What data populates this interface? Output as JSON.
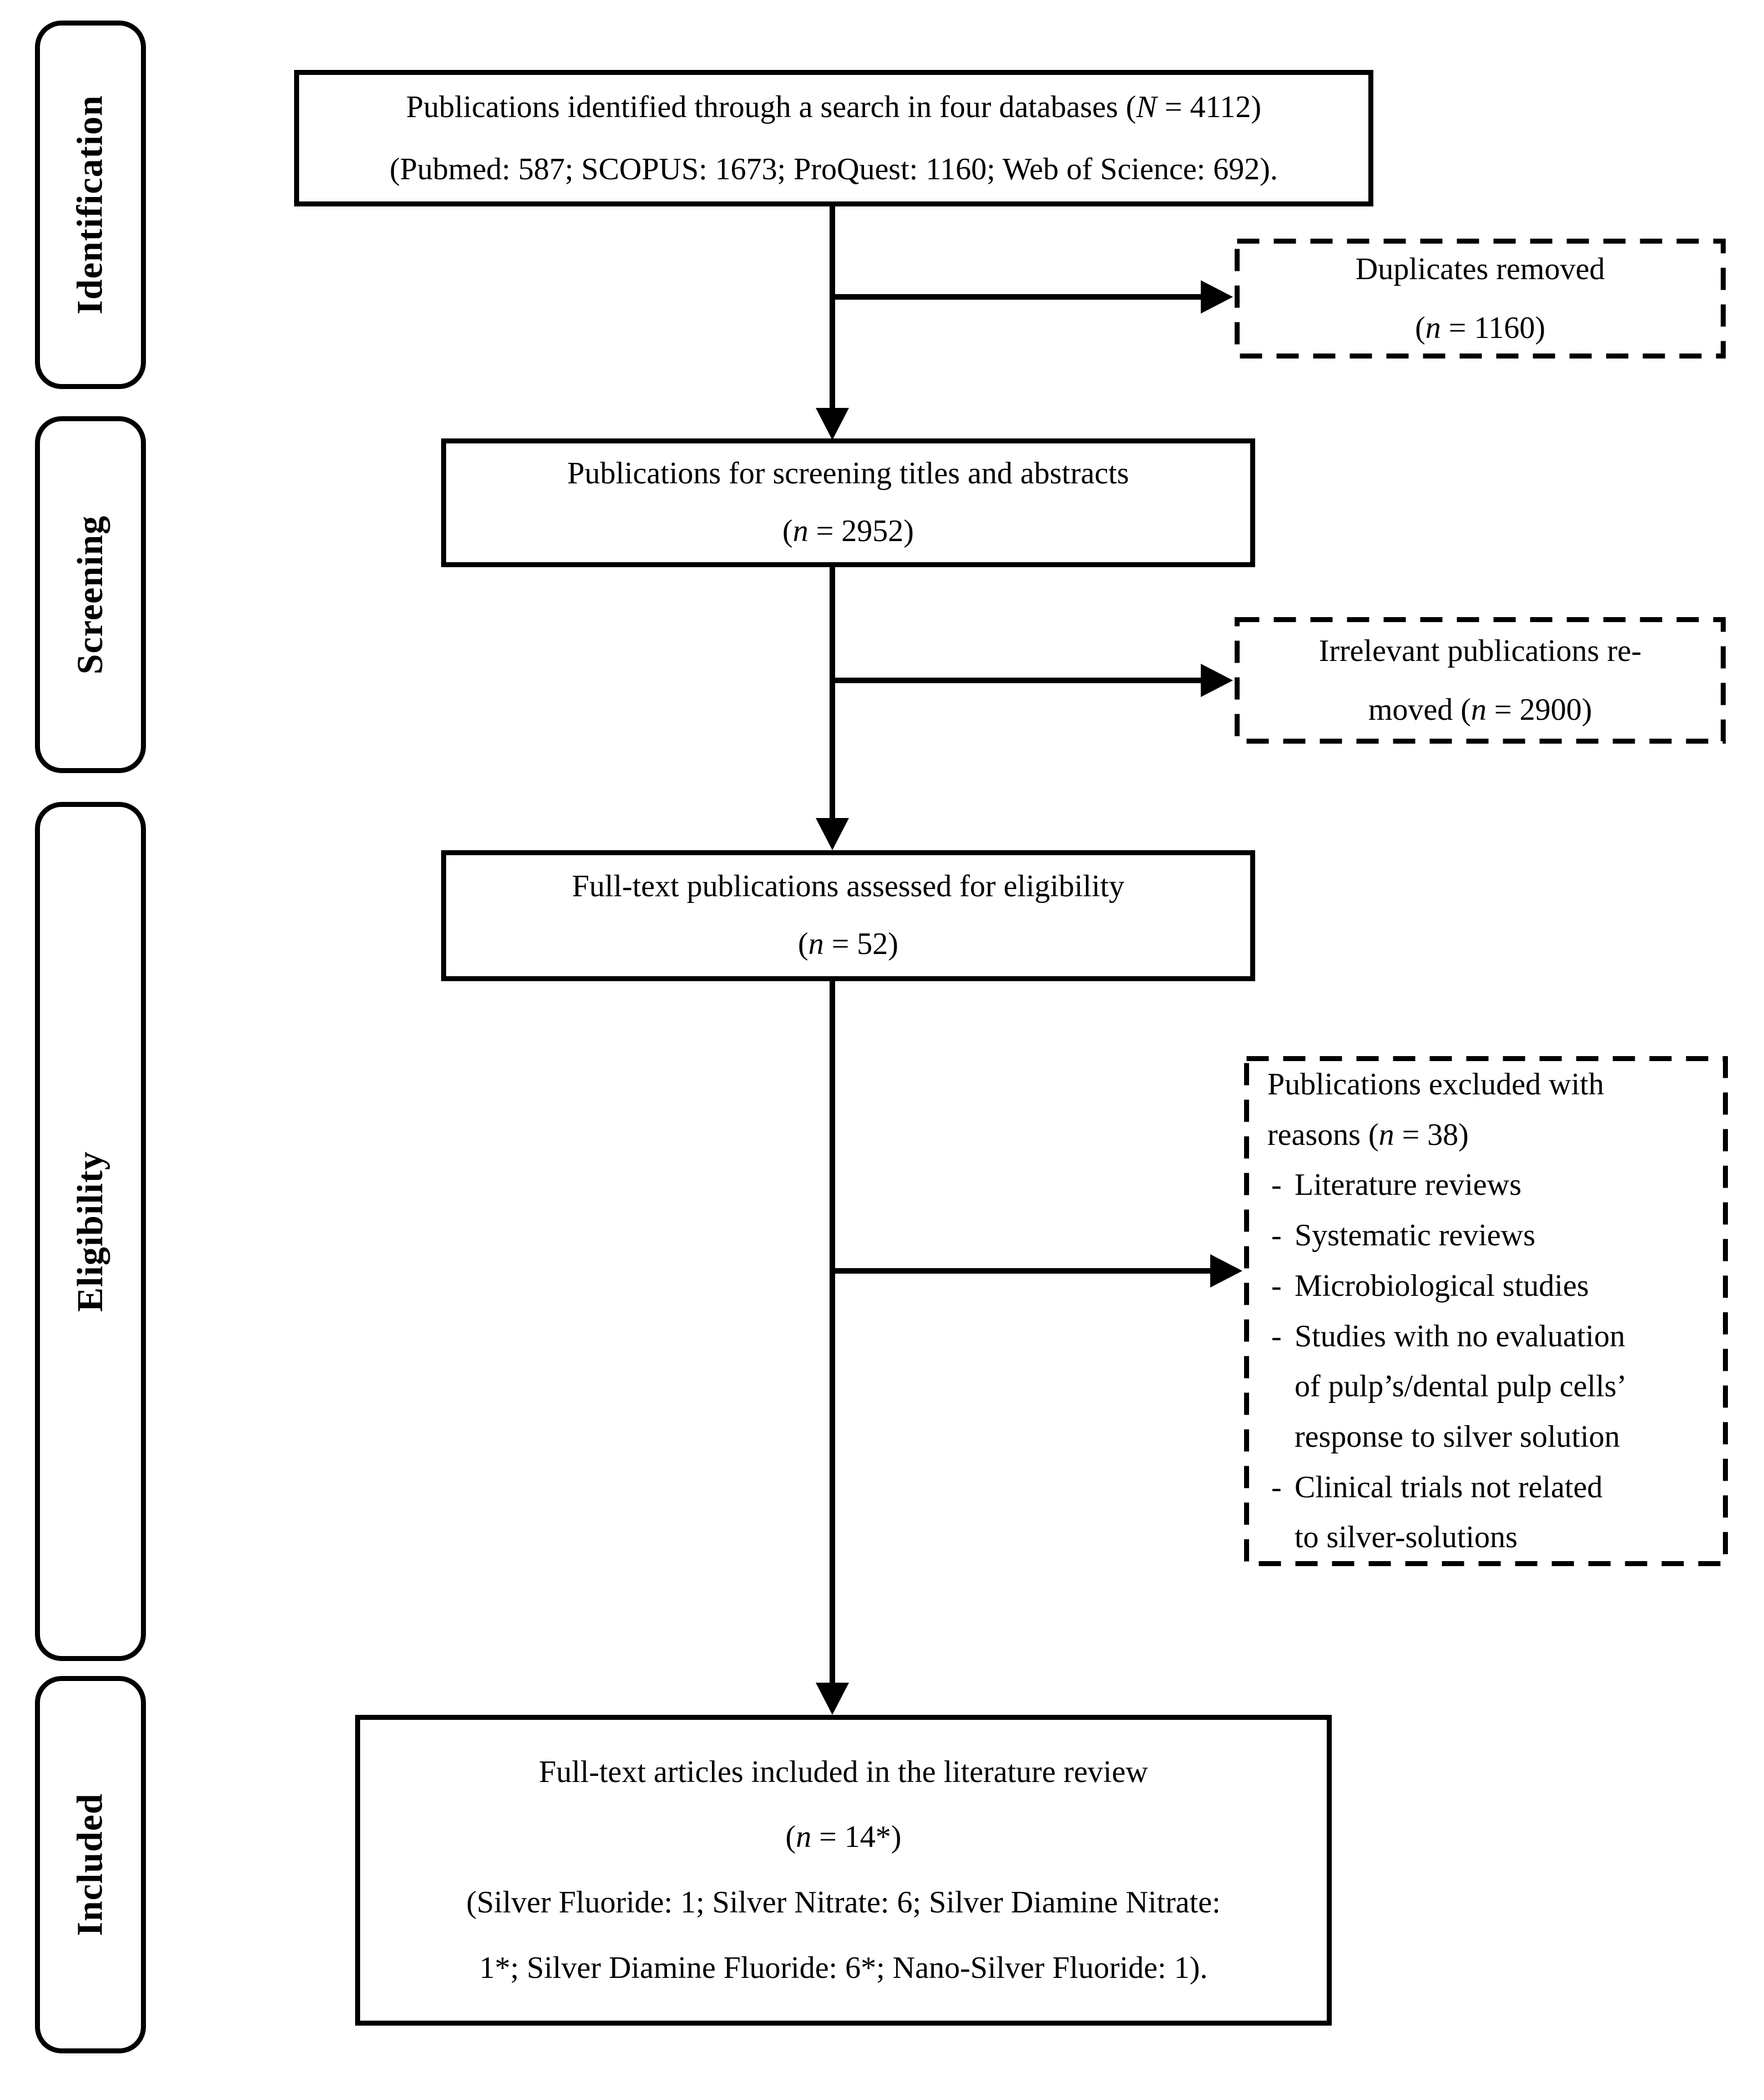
{
  "colors": {
    "ink": "#000000",
    "background": "#ffffff"
  },
  "stages": [
    {
      "label": "Identification"
    },
    {
      "label": "Screening"
    },
    {
      "label": "Eligibility"
    },
    {
      "label": "Included"
    }
  ],
  "flow": {
    "identified": {
      "line1": {
        "pre": "Publications identified through a search in four databases (",
        "var": "N",
        "post": " = 4112)"
      },
      "line2": "(Pubmed: 587; SCOPUS: 1673; ProQuest: 1160; Web of Science: 692)."
    },
    "screening": {
      "line1": "Publications for screening titles and abstracts",
      "count": {
        "pre": "(",
        "var": "n",
        "post": " = 2952)"
      }
    },
    "eligibility": {
      "line1": "Full-text publications assessed for eligibility",
      "count": {
        "pre": "(",
        "var": "n",
        "post": " = 52)"
      }
    },
    "included": {
      "line1": "Full-text articles included in the literature review",
      "count": {
        "pre": "(",
        "var": "n",
        "post": " = 14*)"
      },
      "detail1": "(Silver Fluoride: 1; Silver Nitrate: 6; Silver Diamine Nitrate:",
      "detail2": "1*; Silver Diamine Fluoride: 6*; Nano-Silver Fluoride: 1)."
    }
  },
  "exclusions": {
    "duplicates": {
      "line1": "Duplicates removed",
      "count": {
        "pre": "(",
        "var": "n",
        "post": " = 1160)"
      }
    },
    "irrelevant": {
      "line1": "Irrelevant publications re-",
      "line2": {
        "pre": "moved (",
        "var": "n",
        "post": " = 2900)"
      }
    },
    "excluded_reasons": {
      "header_line1": "Publications excluded with",
      "header_line2": {
        "pre": "reasons (",
        "var": "n",
        "post": " = 38)"
      },
      "bullet_marker": "-",
      "bullets": [
        {
          "lines": [
            "Literature reviews"
          ]
        },
        {
          "lines": [
            "Systematic reviews"
          ]
        },
        {
          "lines": [
            "Microbiological studies"
          ]
        },
        {
          "lines": [
            "Studies with no evaluation",
            "of pulp’s/dental pulp cells’",
            "response to silver solution"
          ]
        },
        {
          "lines": [
            "Clinical trials not related",
            "to silver-solutions"
          ]
        }
      ]
    }
  }
}
